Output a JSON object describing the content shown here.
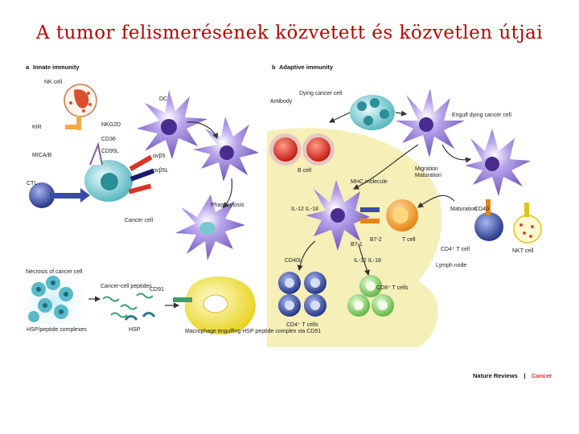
{
  "title": "A tumor felismerésének közvetett és közvetlen útjai",
  "panel_a": {
    "letter": "a",
    "heading": "Innate immunity",
    "labels": {
      "nk_cell": "NK cell",
      "dc": "DC",
      "kir": "KIR",
      "nkg2d": "NKG2D",
      "cd36": "CD36",
      "alpha_v_beta5": "αvβ5",
      "cd95l": "CD95L",
      "mica_b": "MICA/B",
      "alpha_v_beta5_l": "αvβ5L",
      "ctl": "CTL",
      "phagocytosis": "Phagocytosis",
      "cancer_cell": "Cancer cell",
      "necrosis": "Necrosis of cancer cell",
      "cancer_cell_peptides": "Cancer-cell peptides",
      "cd91": "CD91",
      "hsp_peptide_complexes": "HSP/peptide complexes",
      "hsp": "HSP",
      "macrophage": "Macrophage engulfing HSP peptide complex via CD91"
    }
  },
  "panel_b": {
    "letter": "b",
    "heading": "Adaptive immunity",
    "labels": {
      "dying_cancer_cell": "Dying cancer cell",
      "antibody": "Antibody",
      "engulf": "Engulf dying cancer cell",
      "b_cell": "B cell",
      "migration": "Migration",
      "maturation_1": "Maturation",
      "mhc": "MHC molecule",
      "maturation_2": "Maturation",
      "cd40": "CD40",
      "il12_il18_a": "IL-12 IL-18",
      "b7_1": "B7-1",
      "b7_2": "B7-2",
      "t_cell": "T cell",
      "cd4_t_cell": "CD4⁺ T cell",
      "nkt_cell": "NKT cell",
      "cd40l": "CD40L",
      "il12_il18_b": "IL-12 IL-18",
      "lymph_node": "Lymph node",
      "cd8_t_cells": "CD8⁺ T cells",
      "cd4_t_cells": "CD4⁺ T cells"
    }
  },
  "source": {
    "journal": "Nature Reviews",
    "separator": "|",
    "section": "Cancer"
  },
  "colors": {
    "title": "#c00000",
    "lymph_node": "#f6efb8",
    "dendritic": "#8a6ccb",
    "cancer": "#79c8cf",
    "b_cell": "#e03a2c",
    "t_cell_cd4": "#3a4aa8",
    "t_cell_cd8": "#7ac85c",
    "macrophage": "#f0e23a"
  }
}
